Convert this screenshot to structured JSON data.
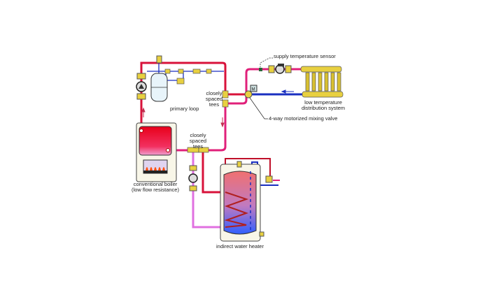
{
  "labels": {
    "supply_sensor": "supply temperature sensor",
    "primary_loop": "primary loop",
    "tees_upper": [
      "closely",
      "spaced",
      "tees"
    ],
    "tees_lower": [
      "closely",
      "spaced",
      "tees"
    ],
    "distribution": [
      "low temperature",
      "distribution system"
    ],
    "mixing_valve": "4-way motorized mixing valve",
    "boiler": [
      "conventional boiler",
      "(low flow resistance)"
    ],
    "water_heater": "indirect water heater",
    "valve_motor": "M"
  },
  "colors": {
    "hot_pipe": "#d8123a",
    "mixed_pipe": "#e0207a",
    "return_pipe": "#1a2fc0",
    "coil_return": "#e070e0",
    "brass": "#e8d040"
  }
}
